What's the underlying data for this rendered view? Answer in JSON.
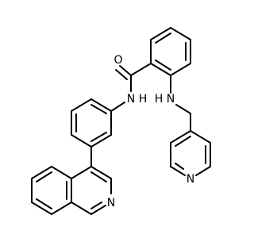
{
  "molecule": {
    "atoms": {
      "carbonyl_oxygen": "O",
      "amide_nitrogen": "N",
      "amide_hydrogen": "H",
      "amine_nitrogen": "N",
      "amine_hydrogen": "H",
      "pyridine_nitrogen": "N",
      "isoquinoline_nitrogen": "N"
    }
  }
}
